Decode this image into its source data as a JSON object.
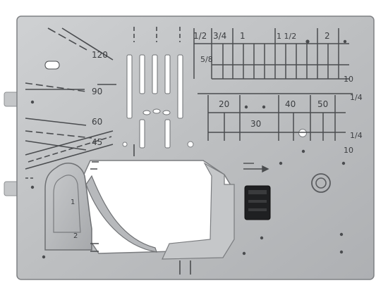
{
  "colors": {
    "plate": "#bcbec0",
    "plate_highlight": "#d2d4d6",
    "plate_shadow": "#8e9093",
    "engraving": "#4a4c4f",
    "slot": "#ffffff",
    "feed_dog_block": "#1f2022"
  },
  "plate": {
    "angle_labels": [
      "120",
      "90",
      "60",
      "45"
    ],
    "fraction_labels": {
      "half": "1/2",
      "three_quarter": "3/4",
      "one": "1",
      "one_half": "1 1/2",
      "two": "2",
      "five_eighths": "5/8"
    },
    "metric_labels": [
      "20",
      "40",
      "50",
      "30"
    ],
    "right_labels": [
      "10",
      "1/4",
      "1/4",
      "10"
    ],
    "bobbin_markers": [
      "1",
      "2"
    ]
  }
}
